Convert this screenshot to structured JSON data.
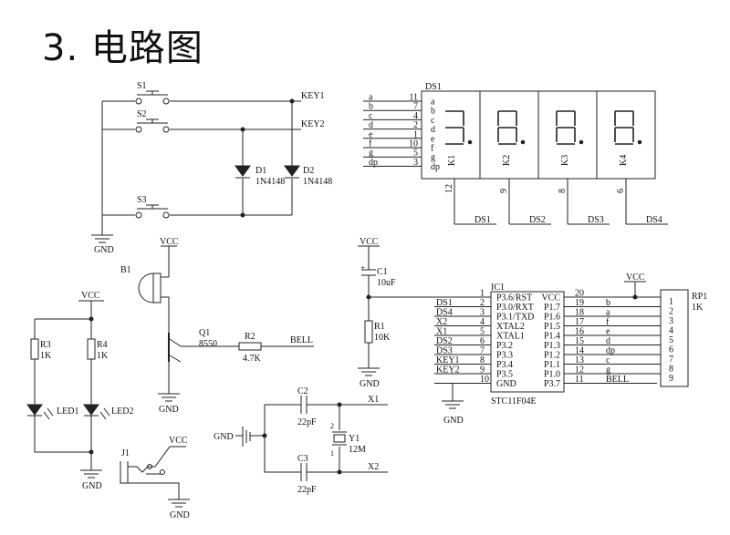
{
  "title": "3. 电路图",
  "labels": {
    "s1": "S1",
    "s2": "S2",
    "s3": "S3",
    "key1": "KEY1",
    "key2": "KEY2",
    "d1": "D1",
    "d2": "D2",
    "d1_part": "1N4148",
    "d2_part": "1N4148",
    "gnd": "GND",
    "vcc": "VCC",
    "b1": "B1",
    "q1": "Q1",
    "q1_part": "8550",
    "r2": "R2",
    "r2_val": "4.7K",
    "bell": "BELL",
    "r3": "R3",
    "r3_val": "1K",
    "r4": "R4",
    "r4_val": "1K",
    "led1": "LED1",
    "led2": "LED2",
    "j1": "J1",
    "c1": "C1",
    "c1_val": "10uF",
    "r1": "R1",
    "r1_val": "10K",
    "c2": "C2",
    "c2_val": "22pF",
    "c3": "C3",
    "c3_val": "22pF",
    "y1": "Y1",
    "y1_val": "12M",
    "x1": "X1",
    "x2": "X2",
    "ic1": "IC1",
    "ic_part": "STC11F04E",
    "rp1": "RP1",
    "rp1_val": "1K",
    "ds1": "DS1"
  },
  "ds_segments": [
    {
      "net": "a",
      "pin": "11",
      "seg": "a"
    },
    {
      "net": "b",
      "pin": "7",
      "seg": "b"
    },
    {
      "net": "c",
      "pin": "4",
      "seg": "c"
    },
    {
      "net": "d",
      "pin": "2",
      "seg": "d"
    },
    {
      "net": "e",
      "pin": "1",
      "seg": "e"
    },
    {
      "net": "f",
      "pin": "10",
      "seg": "f"
    },
    {
      "net": "g",
      "pin": "5",
      "seg": "g"
    },
    {
      "net": "dp",
      "pin": "3",
      "seg": "dp"
    }
  ],
  "digits": [
    {
      "k": "K1",
      "pin": "12",
      "net": "DS1"
    },
    {
      "k": "K2",
      "pin": "9",
      "net": "DS2"
    },
    {
      "k": "K3",
      "pin": "8",
      "net": "DS3"
    },
    {
      "k": "K4",
      "pin": "6",
      "net": "DS4"
    }
  ],
  "ic_left": [
    {
      "pin": "1",
      "name": "P3.6/RST",
      "net": ""
    },
    {
      "pin": "2",
      "name": "P3.0/RXT",
      "net": "DS1"
    },
    {
      "pin": "3",
      "name": "P3.1/TXD",
      "net": "DS4"
    },
    {
      "pin": "4",
      "name": "XTAL2",
      "net": "X2"
    },
    {
      "pin": "5",
      "name": "XTAL1",
      "net": "X1"
    },
    {
      "pin": "6",
      "name": "P3.2",
      "net": "DS2"
    },
    {
      "pin": "7",
      "name": "P3.3",
      "net": "DS3"
    },
    {
      "pin": "8",
      "name": "P3.4",
      "net": "KEY1"
    },
    {
      "pin": "9",
      "name": "P3.5",
      "net": "KEY2"
    },
    {
      "pin": "10",
      "name": "GND",
      "net": ""
    }
  ],
  "ic_right": [
    {
      "pin": "20",
      "name": "VCC",
      "net": ""
    },
    {
      "pin": "19",
      "name": "P1.7",
      "net": "b"
    },
    {
      "pin": "18",
      "name": "P1.6",
      "net": "a"
    },
    {
      "pin": "17",
      "name": "P1.5",
      "net": "f"
    },
    {
      "pin": "16",
      "name": "P1.4",
      "net": "e"
    },
    {
      "pin": "15",
      "name": "P1.3",
      "net": "d"
    },
    {
      "pin": "14",
      "name": "P1.2",
      "net": "dp"
    },
    {
      "pin": "13",
      "name": "P1.1",
      "net": "c"
    },
    {
      "pin": "12",
      "name": "P1.0",
      "net": "g"
    },
    {
      "pin": "11",
      "name": "P3.7",
      "net": "BELL"
    }
  ],
  "rp_pins": [
    "1",
    "2",
    "3",
    "4",
    "5",
    "6",
    "7",
    "8",
    "9"
  ]
}
